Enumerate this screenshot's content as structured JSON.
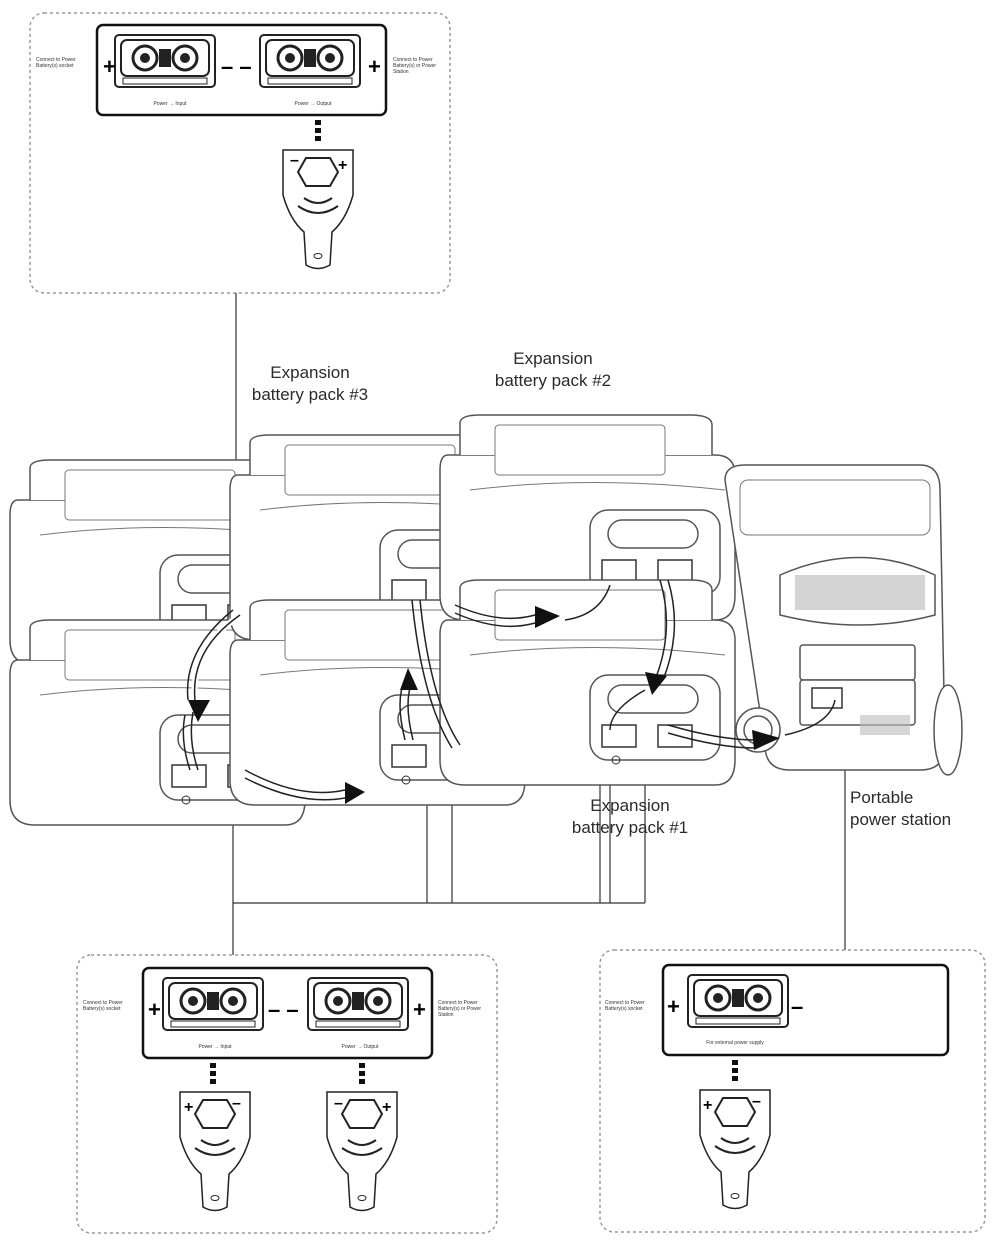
{
  "labels": {
    "pack3": [
      "Expansion",
      "battery pack #3"
    ],
    "pack2": [
      "Expansion",
      "battery pack #2"
    ],
    "pack1": [
      "Expansion",
      "battery pack #1"
    ],
    "station": [
      "Portable",
      "power station"
    ]
  },
  "panels": {
    "top": {
      "left_port_label": "Power → Input",
      "right_port_label": "Power → Output",
      "left_note": "Connect to Power Battery(s) socket",
      "right_note": "Connect to Power Battery(s) or Power Station"
    },
    "bottom_left": {
      "left_port_label": "Power → Input",
      "right_port_label": "Power → Output",
      "left_note": "Connect to Power Battery(s) socket",
      "right_note": "Connect to Power Battery(s) or Power Station"
    },
    "bottom_right": {
      "port_label": "For external power supply",
      "left_note": "Connect to Power Battery(s) socket"
    }
  },
  "colors": {
    "line": "#333333",
    "arrow": "#111111",
    "frame": "#888888"
  }
}
